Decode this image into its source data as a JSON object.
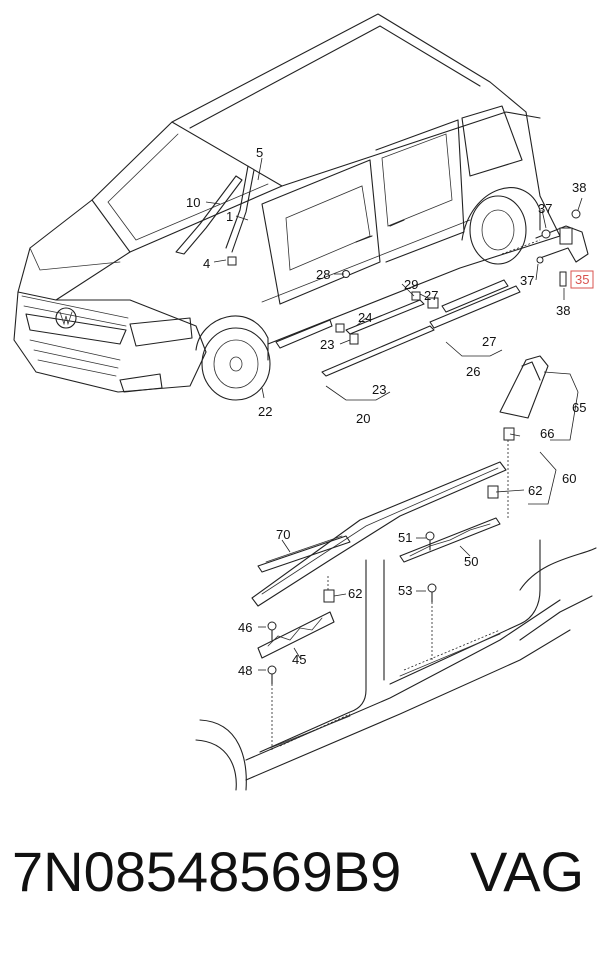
{
  "callouts": {
    "c1": "1",
    "c4": "4",
    "c5": "5",
    "c10": "10",
    "c20": "20",
    "c22": "22",
    "c23a": "23",
    "c23b": "23",
    "c24": "24",
    "c26": "26",
    "c27a": "27",
    "c27b": "27",
    "c28": "28",
    "c29": "29",
    "c35": "35",
    "c37a": "37",
    "c37b": "37",
    "c38a": "38",
    "c38b": "38",
    "c45": "45",
    "c46": "46",
    "c48": "48",
    "c50": "50",
    "c51": "51",
    "c53": "53",
    "c60": "60",
    "c62a": "62",
    "c62b": "62",
    "c65": "65",
    "c66": "66",
    "c70": "70"
  },
  "highlight": {
    "callout": "35",
    "color": "#d9534f"
  },
  "footer": {
    "part_number": "7N08548569B9",
    "brand": "VAG"
  }
}
